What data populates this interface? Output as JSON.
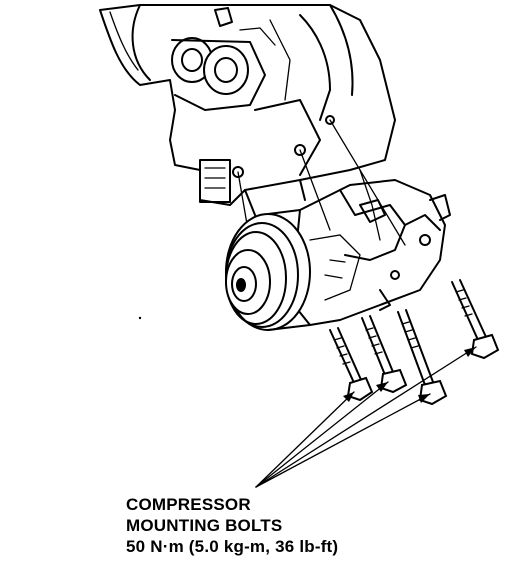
{
  "caption": {
    "line1": "COMPRESSOR",
    "line2": "MOUNTING BOLTS",
    "line3": "50 N·m (5.0 kg-m, 36 lb-ft)"
  }
}
